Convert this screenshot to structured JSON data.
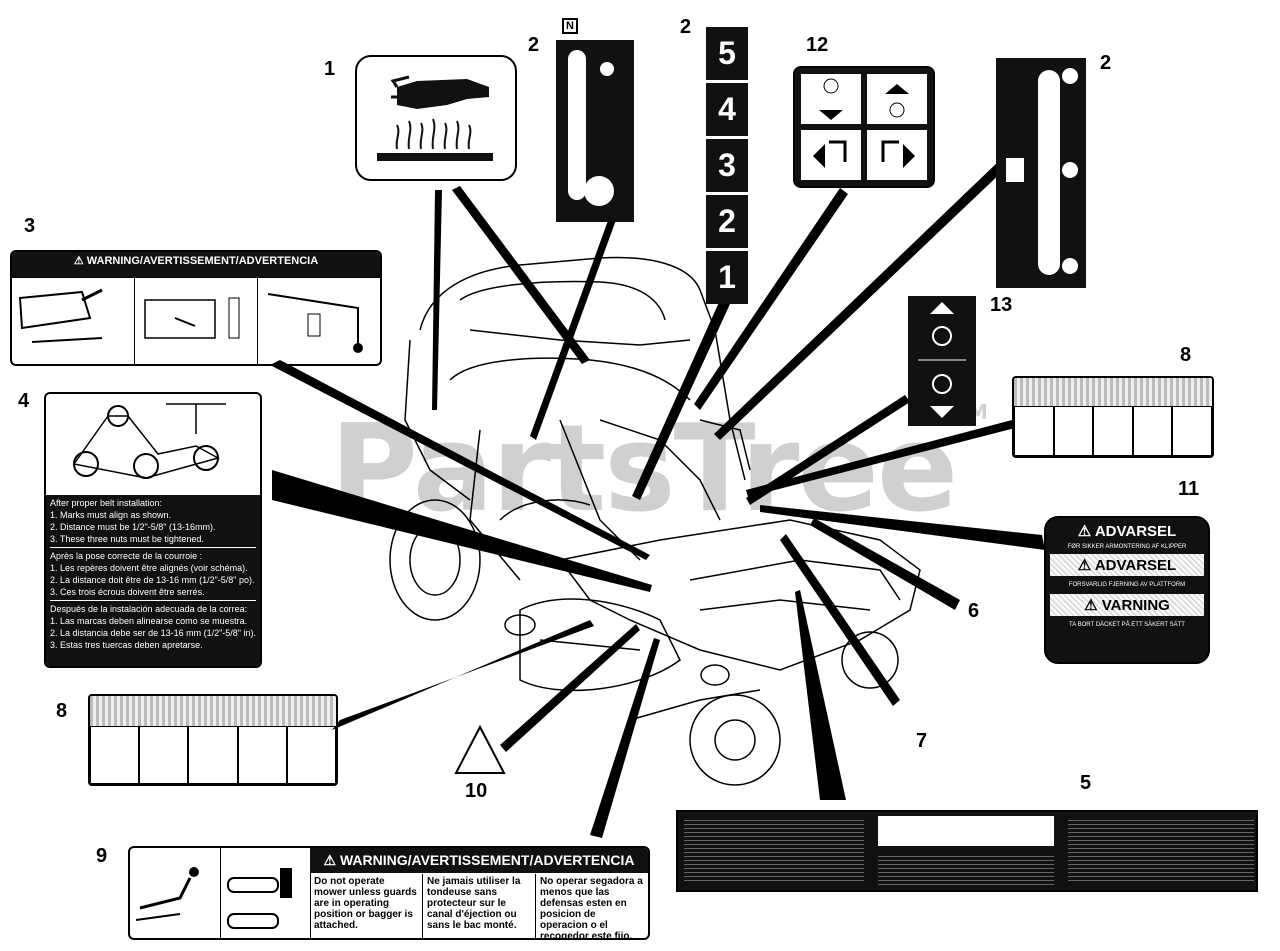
{
  "watermark": {
    "text": "PartsTree",
    "tm": "TM"
  },
  "callouts": {
    "c1": "1",
    "c2a": "2",
    "c2b": "2",
    "c2c": "2",
    "c3": "3",
    "c4": "4",
    "c5": "5",
    "c6": "6",
    "c7": "7",
    "c8a": "8",
    "c8b": "8",
    "c9": "9",
    "c10": "10",
    "c11": "11",
    "c12": "12",
    "c13": "13"
  },
  "decal_n": {
    "label": "N"
  },
  "decal_speed": {
    "levels": [
      "5",
      "4",
      "3",
      "2",
      "1"
    ]
  },
  "decal_3": {
    "header": "⚠ WARNING/AVERTISSEMENT/ADVERTENCIA"
  },
  "decal_4": {
    "en_title": "After proper belt installation:",
    "en_1": "1. Marks must align as shown.",
    "en_2": "2. Distance must be 1/2\"-5/8\" (13-16mm).",
    "en_3": "3. These three nuts must be tightened.",
    "fr_title": "Après la pose correcte de la courroie :",
    "fr_1": "1. Les repères doivent être alignés (voir schéma).",
    "fr_2": "2. La distance doit être de 13-16 mm (1/2\"-5/8\" po).",
    "fr_3": "3. Ces trois écrous doivent être serrés.",
    "es_title": "Después de la instalación adecuada de la correa:",
    "es_1": "1. Las marcas deben alinearse como se muestra.",
    "es_2": "2. La distancia debe ser de 13-16 mm (1/2\"-5/8\" in).",
    "es_3": "3. Estas tres tuercas deben apretarse."
  },
  "decal_9": {
    "header": "⚠ WARNING/AVERTISSEMENT/ADVERTENCIA",
    "col_en": "Do not operate mower unless guards are in operating position or bagger is attached.",
    "col_fr": "Ne jamais utiliser la tondeuse sans protecteur sur le canal d'éjection ou sans le bac monté.",
    "col_es": "No operar segadora a menos que las defensas esten en posicion de operacion o el recogedor este fijo."
  },
  "decal_11": {
    "h1": "⚠ ADVARSEL",
    "s1": "FØR SIKKER ARMONTERING AF KLIPPER",
    "h2": "⚠ ADVARSEL",
    "s2": "FORSVARLIG FJERNING AV PLATTFORM",
    "h3": "⚠ VARNING",
    "s3": "TA BORT DÄCKET PÅ ETT SÄKERT SÄTT"
  }
}
